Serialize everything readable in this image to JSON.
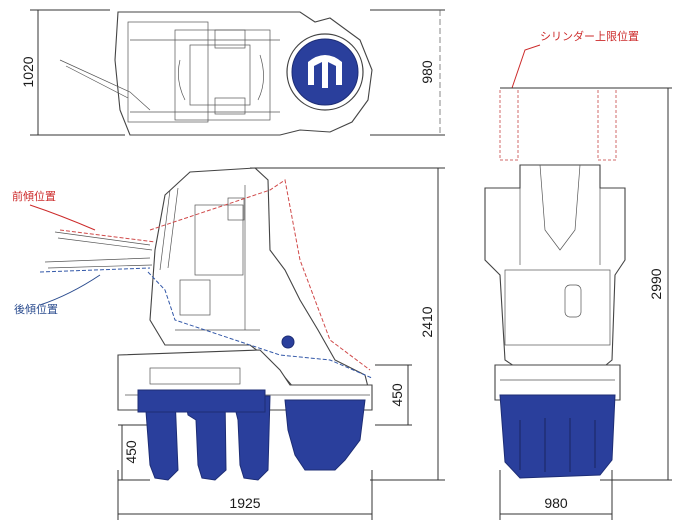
{
  "dimensions": {
    "top_height": "1020",
    "top_width_right": "980",
    "side_height": "2410",
    "side_bucket_height": "450",
    "side_tine_height": "450",
    "side_length": "1925",
    "front_height": "2990",
    "front_width": "980"
  },
  "annotations": {
    "cylinder_top": "シリンダー上限位置",
    "forward_tilt": "前傾位置",
    "backward_tilt": "後傾位置"
  },
  "colors": {
    "equipment_blue": "#2a3f9c",
    "annotation_red": "#cc2a2a",
    "annotation_blue": "#2b4c8f"
  }
}
